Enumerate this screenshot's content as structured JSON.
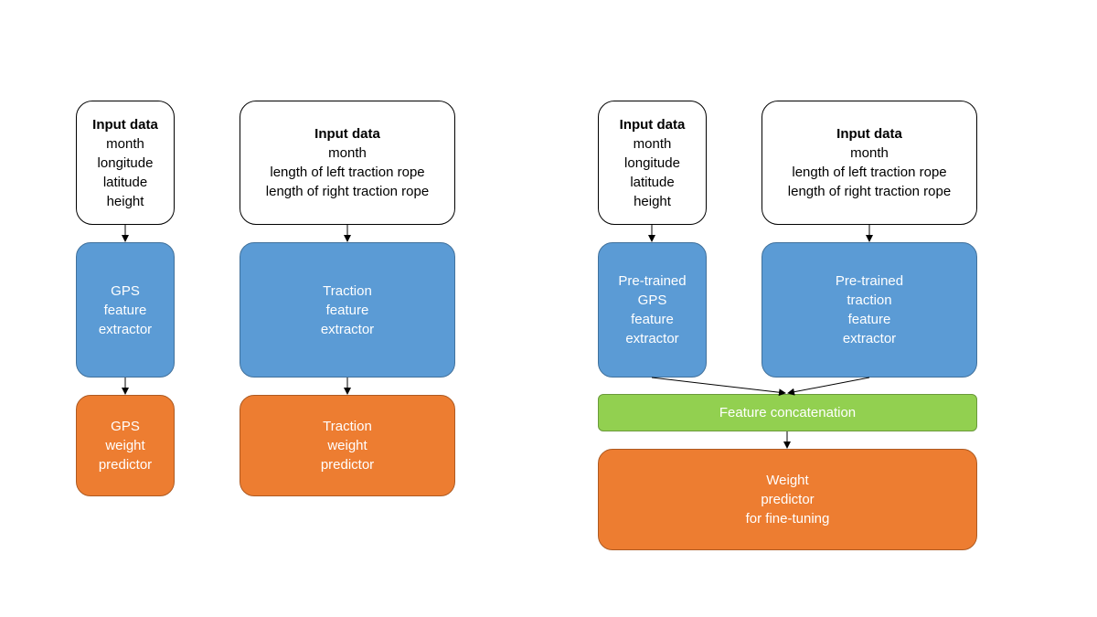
{
  "left_diagram": {
    "gps_input": {
      "title": "Input data",
      "lines": [
        "month",
        "longitude",
        "latitude",
        "height"
      ]
    },
    "traction_input": {
      "title": "Input data",
      "lines": [
        "month",
        "length of left traction rope",
        "length of right traction rope"
      ]
    },
    "gps_extractor": {
      "lines": [
        "GPS",
        "feature",
        "extractor"
      ]
    },
    "traction_extractor": {
      "lines": [
        "Traction",
        "feature",
        "extractor"
      ]
    },
    "gps_predictor": {
      "lines": [
        "GPS",
        "weight",
        "predictor"
      ]
    },
    "traction_predictor": {
      "lines": [
        "Traction",
        "weight",
        "predictor"
      ]
    }
  },
  "right_diagram": {
    "gps_input": {
      "title": "Input data",
      "lines": [
        "month",
        "longitude",
        "latitude",
        "height"
      ]
    },
    "traction_input": {
      "title": "Input data",
      "lines": [
        "month",
        "length of left traction rope",
        "length of right traction rope"
      ]
    },
    "pretrained_gps_extractor": {
      "lines": [
        "Pre-trained",
        "GPS",
        "feature",
        "extractor"
      ]
    },
    "pretrained_traction_extractor": {
      "lines": [
        "Pre-trained",
        "traction",
        "feature",
        "extractor"
      ]
    },
    "concatenation": {
      "label": "Feature concatenation"
    },
    "finetune_predictor": {
      "lines": [
        "Weight",
        "predictor",
        "for fine-tuning"
      ]
    }
  },
  "colors": {
    "extractor_fill": "#5b9bd5",
    "predictor_fill": "#ed7d31",
    "concat_fill": "#92d050",
    "input_fill": "#ffffff"
  }
}
